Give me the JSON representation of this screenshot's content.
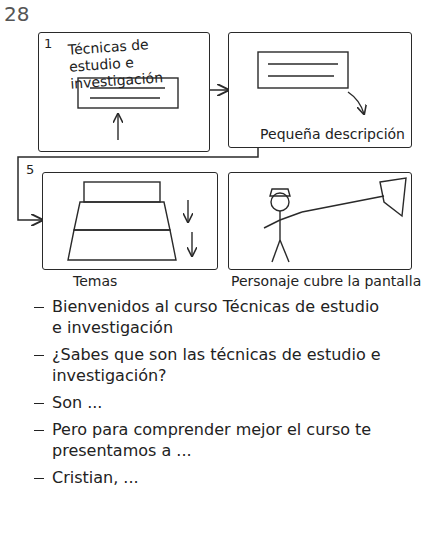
{
  "diagram": {
    "nodes": [
      {
        "text": [
          "Técnicas de estudio e investigación"
        ]
      },
      {
        "text": [
          "Pequeña descripción"
        ]
      },
      {
        "text": [
          "Temas"
        ]
      },
      {
        "text": [
          "Personaje cubre la pantalla"
        ]
      }
    ],
    "edges": [
      {
        "from": 0,
        "to": 1,
        "arrow": "to"
      },
      {
        "from": 1,
        "to": 2,
        "arrow": "to"
      }
    ],
    "labels": [
      "28",
      "1",
      "5",
      "Bienvenidos al curso Técnicas de estudio e investigación",
      "¿Sabes que son las técnicas de estudio e investigación?",
      "Son ...",
      "Pero para comprender mejor el curso te presentamos a ...",
      "Cristian, ..."
    ]
  }
}
